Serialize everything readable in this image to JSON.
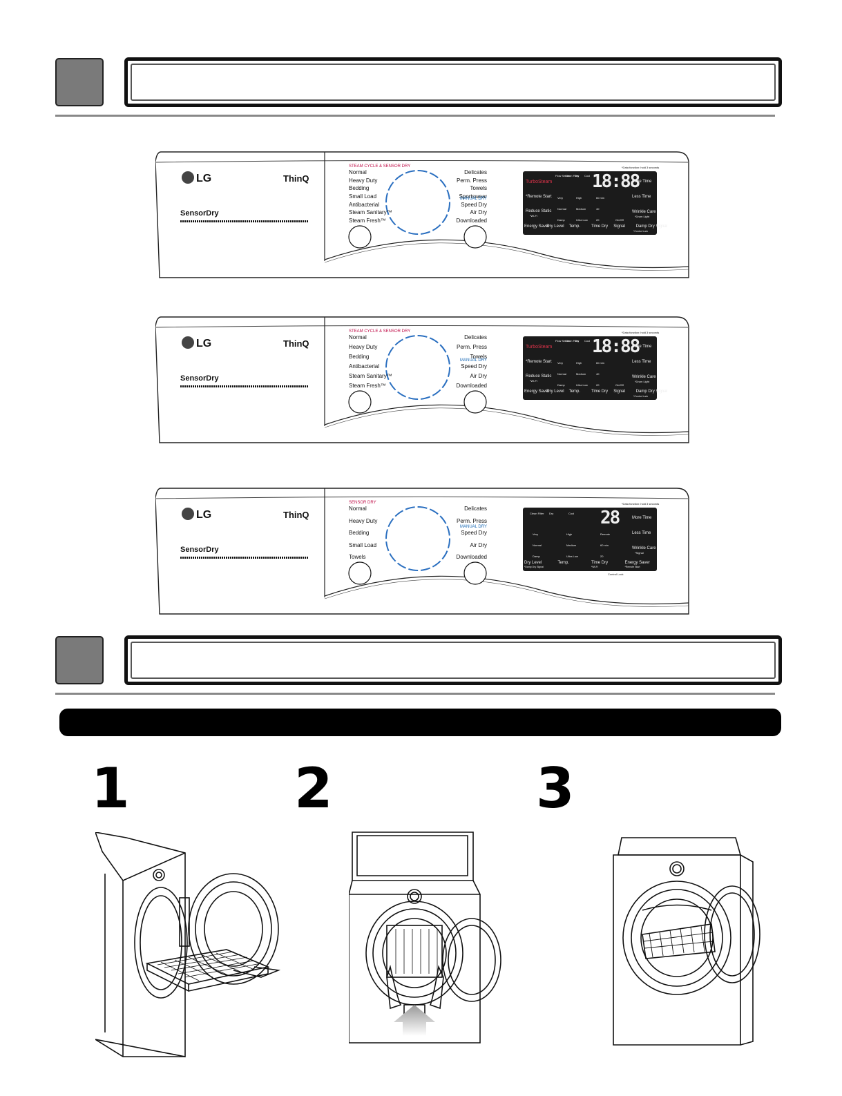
{
  "panels": [
    {
      "brand": "LG",
      "thinq": "ThinQ",
      "sensor_dry": "SensorDry",
      "header_red": "STEAM CYCLE & SENSOR DRY",
      "left_cycles": [
        "Normal",
        "Heavy Duty",
        "Bedding",
        "Small Load",
        "Antibacterial",
        "Steam Sanitary™",
        "Steam Fresh™"
      ],
      "right_header_blue": "MANUAL DRY",
      "right_cycles": [
        "Delicates",
        "Perm. Press",
        "Towels",
        "Sportswear",
        "Speed Dry",
        "Air Dry",
        "Downloaded"
      ],
      "right_blue_index": 4,
      "display_note": "*Data function: hold 3 seconds",
      "time_readout": "18:88",
      "buttons_right": [
        "More Time",
        "Less Time",
        "Wrinkle Care"
      ],
      "wrinkle_sub": "*Drum Light",
      "buttons_left": [
        "TurboSteam",
        "*Remote Start",
        "Reduce Static"
      ],
      "reduce_sub": "*Wi-Fi",
      "status_labels": [
        "Flow Sense",
        "Clean Filter",
        "Dry",
        "Cool"
      ],
      "level_rows": [
        [
          "Very",
          "High",
          "60 min"
        ],
        [
          "Normal",
          "Medium",
          "40"
        ],
        [
          "Damp",
          "Ultra Low",
          "20",
          "On/Off"
        ]
      ],
      "bottom_labels": [
        "Energy Saver",
        "Dry Level",
        "Temp.",
        "Time Dry",
        "Signal",
        "Damp Dry Signal"
      ],
      "bottom_sub": "*Control Lock"
    },
    {
      "brand": "LG",
      "thinq": "ThinQ",
      "sensor_dry": "SensorDry",
      "header_red": "STEAM CYCLE & SENSOR DRY",
      "left_cycles": [
        "Normal",
        "Heavy Duty",
        "Bedding",
        "Antibacterial",
        "Steam Sanitary™",
        "Steam Fresh™"
      ],
      "right_header_blue": "MANUAL DRY",
      "right_cycles": [
        "Delicates",
        "Perm. Press",
        "Towels",
        "Speed Dry",
        "Air Dry",
        "Downloaded"
      ],
      "right_blue_index": 3,
      "display_note": "*Data function: hold 3 seconds",
      "time_readout": "18:88",
      "buttons_right": [
        "More Time",
        "Less Time",
        "Wrinkle Care"
      ],
      "wrinkle_sub": "*Drum Light",
      "buttons_left": [
        "TurboSteam",
        "*Remote Start",
        "Reduce Static"
      ],
      "reduce_sub": "*Wi-Fi",
      "status_labels": [
        "Flow Sense",
        "Clean Filter",
        "Dry",
        "Cool"
      ],
      "level_rows": [
        [
          "Very",
          "High",
          "60 min"
        ],
        [
          "Normal",
          "Medium",
          "40"
        ],
        [
          "Damp",
          "Ultra Low",
          "20",
          "On/Off"
        ]
      ],
      "bottom_labels": [
        "Energy Saver",
        "Dry Level",
        "Temp.",
        "Time Dry",
        "Signal",
        "Damp Dry Signal"
      ],
      "bottom_sub": "*Control Lock"
    },
    {
      "brand": "LG",
      "thinq": "ThinQ",
      "sensor_dry": "SensorDry",
      "header_red": "SENSOR DRY",
      "left_cycles": [
        "Normal",
        "Heavy Duty",
        "Bedding",
        "Small Load",
        "Towels"
      ],
      "right_header_blue": "MANUAL DRY",
      "right_cycles": [
        "Delicates",
        "Perm. Press",
        "Speed Dry",
        "Air Dry",
        "Downloaded"
      ],
      "right_blue_index": 2,
      "display_note": "*Data function: hold 3 seconds",
      "time_readout": "28",
      "buttons_right": [
        "More Time",
        "Less Time",
        "Wrinkle Care"
      ],
      "wrinkle_sub": "*Signal",
      "status_labels": [
        "Clean Filter",
        "Dry",
        "Cool"
      ],
      "level_rows": [
        [
          "Very",
          "High",
          "Remote"
        ],
        [
          "Normal",
          "Medium",
          "60 min"
        ],
        [
          "Damp",
          "Ultra Low",
          "20"
        ]
      ],
      "bottom_labels": [
        "Dry Level",
        "Temp.",
        "Time Dry",
        "Energy Saver"
      ],
      "bottom_subs": [
        "*Damp Dry Signal",
        "",
        "*Wi-Fi",
        "*Remote Start"
      ],
      "control_lock": "Control Lock"
    }
  ],
  "steps": [
    "1",
    "2",
    "3"
  ]
}
